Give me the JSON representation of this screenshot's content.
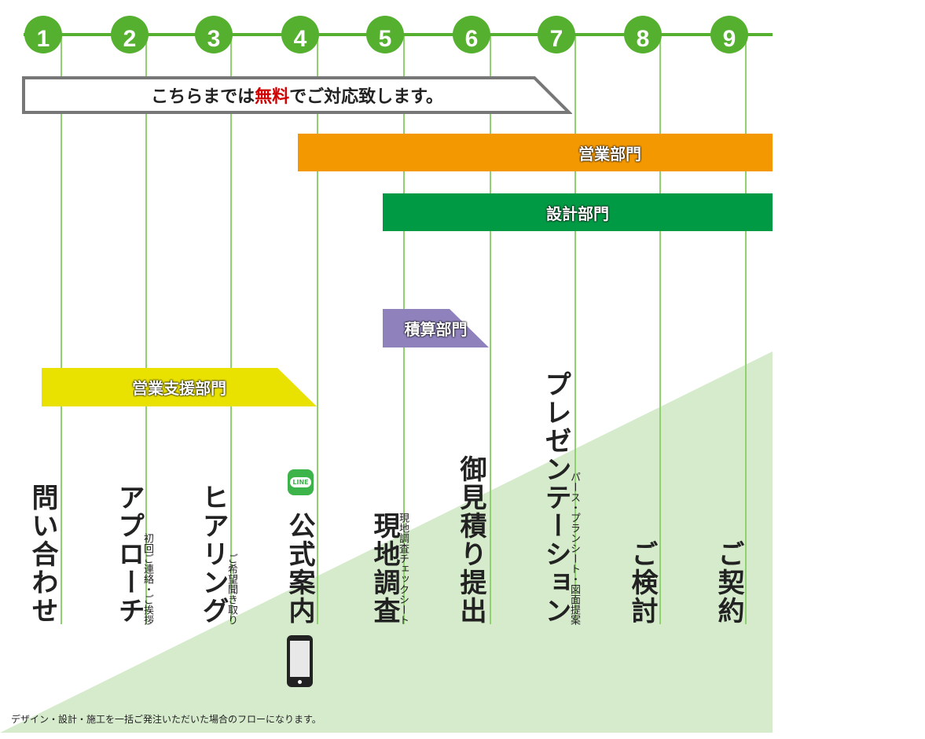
{
  "steps": [
    "1",
    "2",
    "3",
    "4",
    "5",
    "6",
    "7",
    "8",
    "9"
  ],
  "free_banner": {
    "before": "こちらまでは",
    "highlight": "無料",
    "after": "でご対応致します。"
  },
  "departments": {
    "sales": "営業部門",
    "design": "設計部門",
    "estimate": "積算部門",
    "sales_support": "営業支援部門"
  },
  "labels": [
    {
      "main": "問い合わせ",
      "sub": ""
    },
    {
      "main": "アプローチ",
      "sub": "初回ご連絡・ご挨拶"
    },
    {
      "main": "ヒアリング",
      "sub": "ご希望聞き取り"
    },
    {
      "main": "公式案内",
      "sub": ""
    },
    {
      "main": "現地調査",
      "sub": "現地調査チェックシート"
    },
    {
      "main": "御見積り提出",
      "sub": ""
    },
    {
      "main": "プレゼンテーション",
      "sub": "パース・プランシート・図面提案"
    },
    {
      "main": "ご検討",
      "sub": ""
    },
    {
      "main": "ご契約",
      "sub": ""
    }
  ],
  "line_icon_text": "LINE",
  "note": "デザイン・設計・施工を一括ご発注いただいた場合のフローになります。",
  "colors": {
    "green": "#55b030",
    "orange": "#f39800",
    "design": "#009944",
    "purple": "#8f82bc",
    "yellow": "#e9e100",
    "bg_triangle": "#d5ebcc"
  }
}
